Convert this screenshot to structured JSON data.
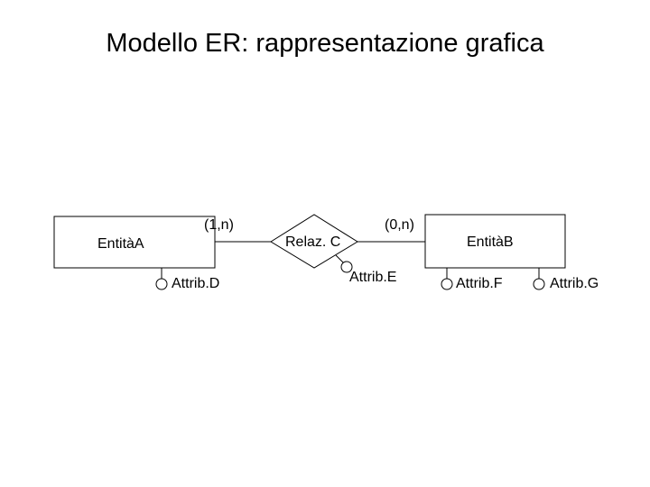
{
  "title": "Modello ER: rappresentazione grafica",
  "entities": {
    "a": "EntitàA",
    "b": "EntitàB"
  },
  "relationship": "Relaz. C",
  "cardinalities": {
    "a": "(1,n)",
    "b": "(0,n)"
  },
  "attributes": {
    "d": "Attrib.D",
    "e": "Attrib.E",
    "f": "Attrib.F",
    "g": "Attrib.G"
  }
}
